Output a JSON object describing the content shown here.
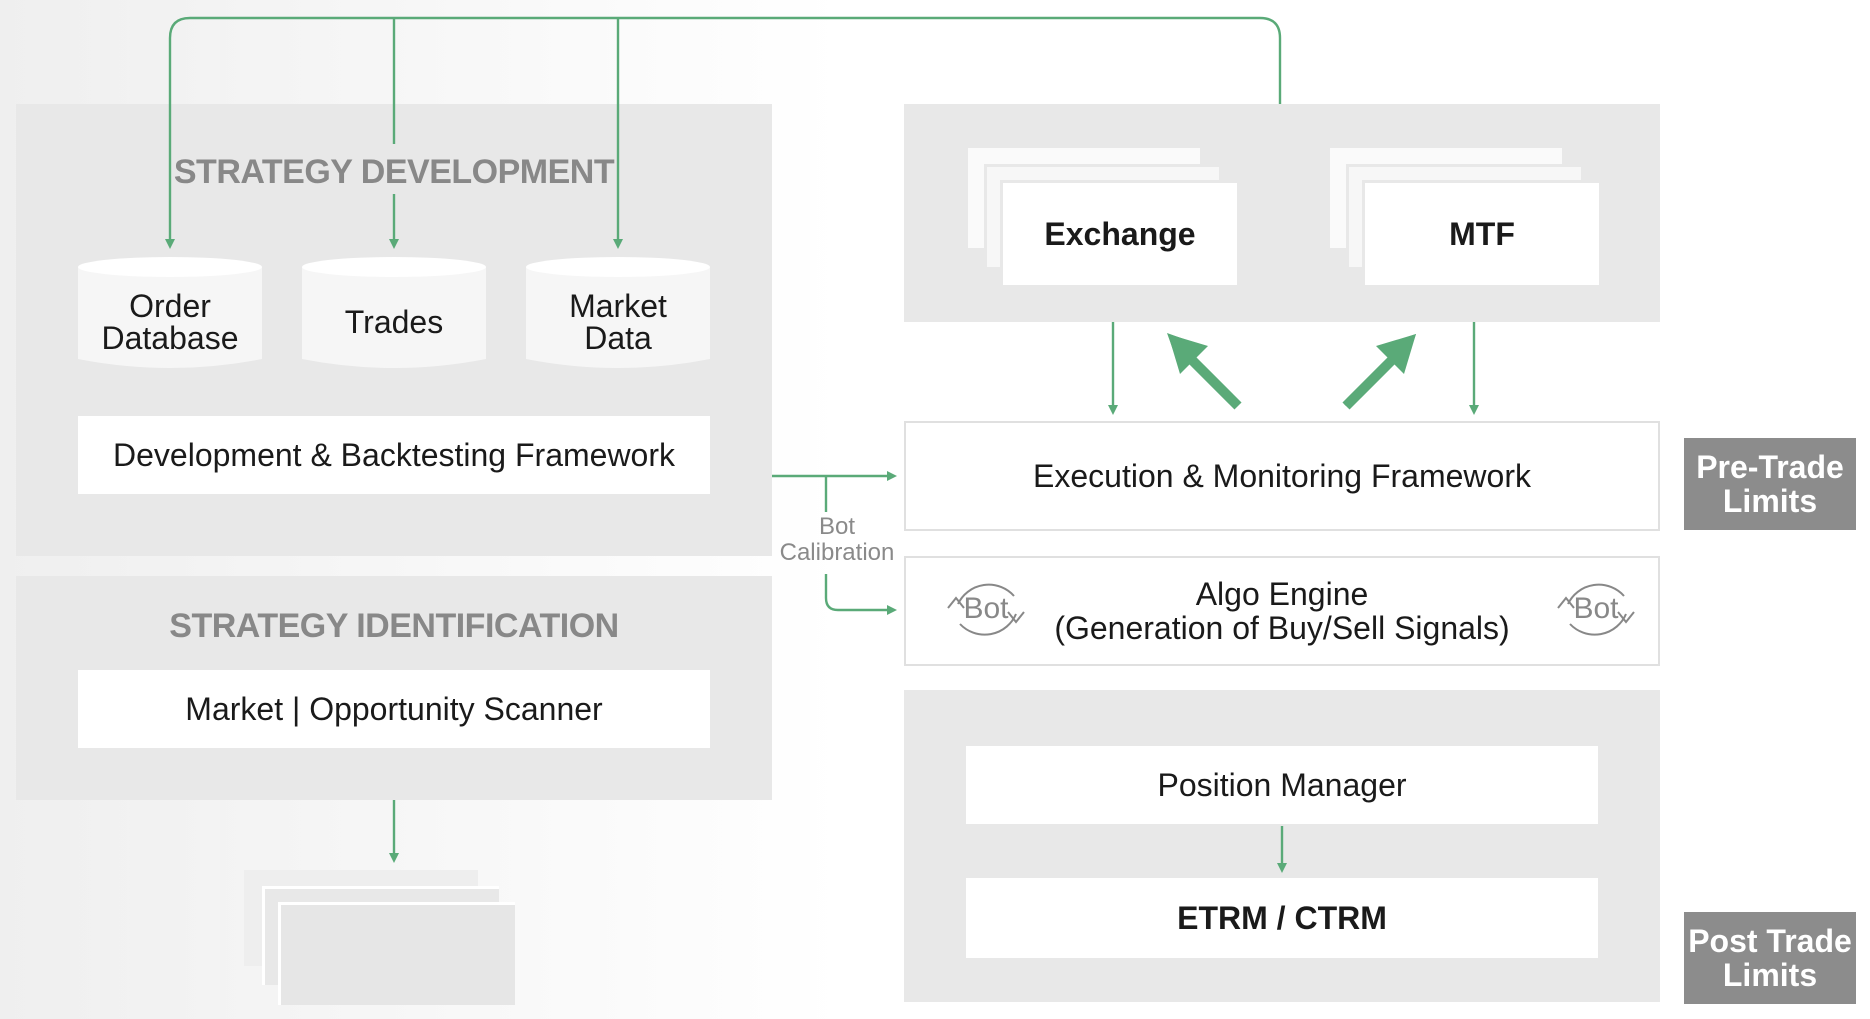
{
  "strategy_development": {
    "title": "STRATEGY DEVELOPMENT",
    "databases": [
      {
        "label_line1": "Order",
        "label_line2": "Database"
      },
      {
        "label_line1": "Trades",
        "label_line2": ""
      },
      {
        "label_line1": "Market",
        "label_line2": "Data"
      }
    ],
    "framework": "Development & Backtesting Framework"
  },
  "strategy_identification": {
    "title": "STRATEGY IDENTIFICATION",
    "scanner": "Market | Opportunity Scanner"
  },
  "venues": {
    "exchange": "Exchange",
    "mtf": "MTF"
  },
  "execution": {
    "framework": "Execution & Monitoring Framework",
    "calibration_line1": "Bot",
    "calibration_line2": "Calibration"
  },
  "algo_engine": {
    "line1": "Algo Engine",
    "line2": "(Generation of Buy/Sell Signals)",
    "bot_label": "Bot"
  },
  "post_trade": {
    "position_manager": "Position Manager",
    "etrm": "ETRM / CTRM"
  },
  "limits": {
    "pre_trade_line1": "Pre-Trade",
    "pre_trade_line2": "Limits",
    "post_trade_line1": "Post Trade",
    "post_trade_line2": "Limits"
  },
  "colors": {
    "arrow_green": "#5aaa78",
    "panel_grey": "#e8e8e8",
    "limit_grey": "#8c8c8c"
  }
}
